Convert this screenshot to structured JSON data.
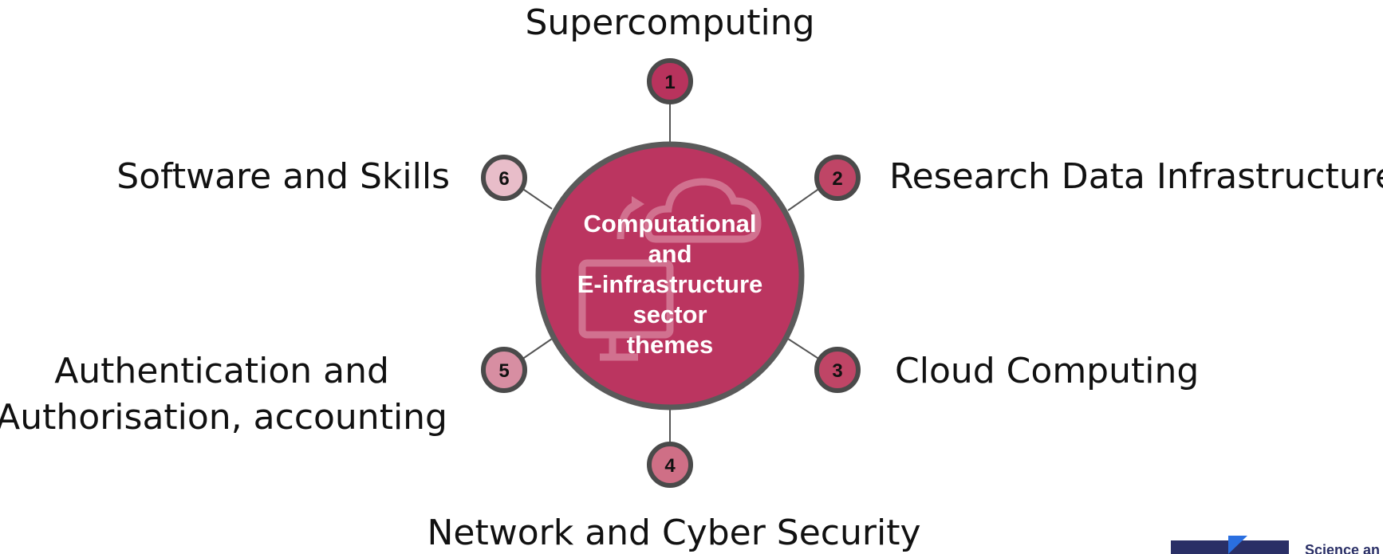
{
  "colors": {
    "center_fill": "#bb3560",
    "center_ring": "#5a5a5a",
    "connector": "#555555",
    "node_1": "#b8335d",
    "node_2": "#bf4566",
    "node_3": "#bf4566",
    "node_4": "#cf6f86",
    "node_5": "#d78ea2",
    "node_6": "#e8bdc9",
    "logo_navy": "#2a2f66",
    "logo_blue": "#2a6fe0"
  },
  "center": {
    "icons": [
      "cloud-icon",
      "monitor-icon",
      "refresh-arrow-icon"
    ],
    "lines": [
      "Computational",
      "and",
      "E-infrastructure",
      "sector",
      "themes"
    ]
  },
  "themes": [
    {
      "number": "1",
      "label": "Supercomputing"
    },
    {
      "number": "2",
      "label": "Research Data Infrastructure"
    },
    {
      "number": "3",
      "label": "Cloud Computing"
    },
    {
      "number": "4",
      "label": "Network and Cyber Security"
    },
    {
      "number": "5",
      "label_lines": [
        "Authentication and",
        "Authorisation, accounting"
      ]
    },
    {
      "number": "6",
      "label": "Software and Skills"
    }
  ],
  "logo": {
    "text": "Science an"
  }
}
